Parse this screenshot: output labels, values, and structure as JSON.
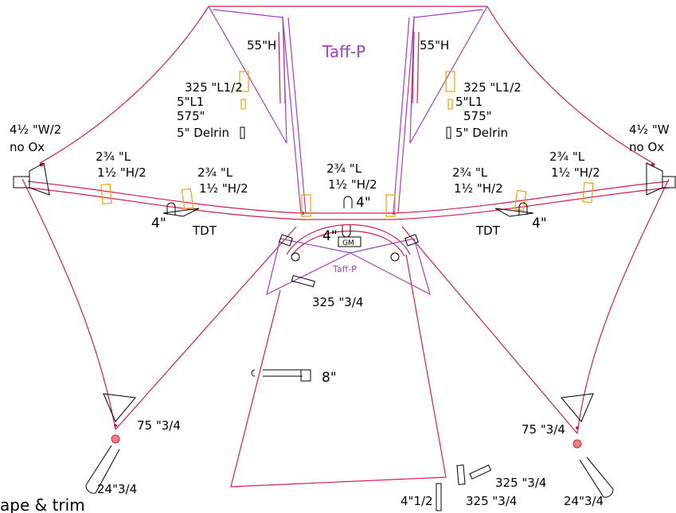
{
  "title": "Taff-P",
  "center_label": "Taff-P",
  "gm_box": "GM",
  "labels": {
    "top_left_h": "55\"H",
    "top_right_h": "55\"H",
    "left_l": "325 \"L1/2",
    "left_l1": "5\"L1",
    "left_575": "575\"",
    "left_delrin": "5\" Delrin",
    "right_l": "325 \"L1/2",
    "right_l1": "5\"L1",
    "right_575": "575\"",
    "right_delrin": "5\" Delrin",
    "far_left_w": "4½ \"W/2",
    "far_left_ox": "no Ox",
    "far_right_w": "4½ \"W",
    "far_right_ox": "no Ox",
    "lm1_l": "2¾ \"L",
    "lm1_h": "1½ \"H/2",
    "lm2_l": "2¾ \"L",
    "lm2_h": "1½ \"H/2",
    "c_l": "2¾ \"L",
    "c_h": "1½ \"H/2",
    "rm1_l": "2¾ \"L",
    "rm1_h": "1½ \"H/2",
    "rm2_l": "2¾ \"L",
    "rm2_h": "1½ \"H/2",
    "left_4": "4\"",
    "right_4": "4\"",
    "center_4a": "4\"",
    "center_4b": "4\"",
    "tdt_left": "TDT",
    "tdt_right": "TDT",
    "mid_325": "325 \"3/4",
    "handle_8": "8\"",
    "left_75": "75 \"3/4",
    "right_75": "75 \"3/4",
    "left_24": "24\"3/4",
    "right_24": "24\"3/4",
    "bot_325a": "325 \"3/4",
    "bot_325b": "325 \"3/4",
    "bot_4": "4\"1/2",
    "tape_trim": "ape & trim"
  },
  "colors": {
    "outline": "#d0204a",
    "purple": "#a040c0",
    "orange": "#f0a000",
    "black": "#000000"
  }
}
